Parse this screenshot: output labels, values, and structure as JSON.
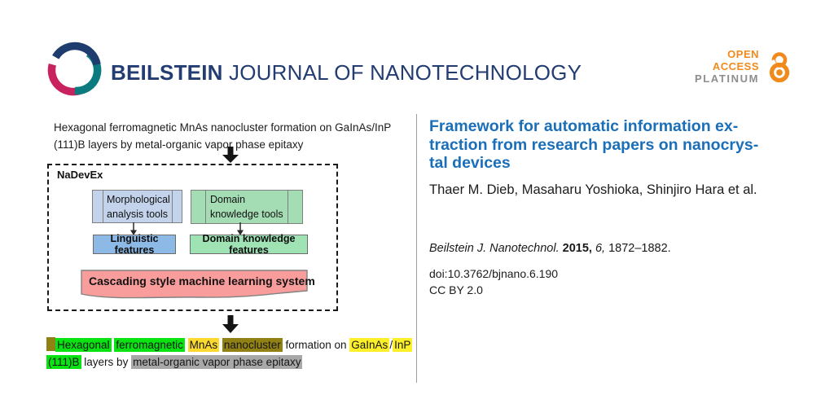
{
  "header": {
    "brand": {
      "bold": "BEILSTEIN",
      "rest": "JOURNAL OF NANOTECHNOLOGY"
    },
    "badge": {
      "open": "OPEN",
      "access": "ACCESS",
      "platinum": "PLATINUM"
    }
  },
  "figure": {
    "caption_lines": [
      "Hexagonal ferromagnetic MnAs nanocluster formation on GaInAs/InP",
      "(111)B layers by metal-organic vapor phase epitaxy"
    ],
    "frame_label": "NaDevEx",
    "tools_left_lines": [
      "Morphological",
      "analysis tools"
    ],
    "tools_right_lines": [
      "Domain",
      "knowledge tools"
    ],
    "features_left": "Linguistic features",
    "features_right": "Domain knowledge features",
    "ml_box": "Cascading style machine learning system",
    "highlight_colors": {
      "green": "#0ae312",
      "yellow": "#fbd92f",
      "yellow_bright": "#fdf02a",
      "olive": "#918013",
      "gray": "#a8a8a8"
    },
    "annotated": {
      "lines": [
        [
          {
            "t": "",
            "h": "olive",
            "block": true,
            "sp": false
          },
          {
            "t": "Hexagonal",
            "h": "green"
          },
          {
            "t": "ferromagnetic",
            "h": "green"
          },
          {
            "t": "MnAs",
            "h": "yellow"
          },
          {
            "t": "nanocluster",
            "h": "olive"
          },
          {
            "t": "formation on"
          },
          {
            "t": "GaInAs",
            "h": "yellow_bright",
            "sp": false
          },
          {
            "t": "/",
            "sp": false
          },
          {
            "t": "InP",
            "h": "yellow_bright"
          }
        ],
        [
          {
            "t": "(111)B",
            "h": "green"
          },
          {
            "t": "layers by"
          },
          {
            "t": "metal-organic vapor phase epitaxy",
            "h": "gray"
          }
        ]
      ]
    }
  },
  "article": {
    "title_lines": [
      "Framework for automatic information ex-",
      "traction from research papers on nanocrys-",
      "tal devices"
    ],
    "authors": "Thaer M. Dieb, Masaharu Yoshioka, Shinjiro Hara et al.",
    "citation": {
      "journal": "Beilstein J. Nanotechnol.",
      "year": "2015,",
      "volume": "6,",
      "pages": "1872–1882."
    },
    "doi": "doi:10.3762/bjnano.6.190",
    "license": "CC BY 2.0"
  },
  "colors": {
    "title_blue": "#1a6fb8",
    "brand_navy": "#233d72",
    "oa_orange": "#f08a1d",
    "oa_platinum_gray": "#8d8d8d",
    "logo_navy": "#1e3d6e",
    "logo_teal": "#0c7b80",
    "logo_crimson": "#c9235f",
    "box_light_blue": "#c3d3ec",
    "box_blue": "#8db9e6",
    "box_light_green": "#a4dcb4",
    "box_green": "#9fe2b4",
    "box_pink": "#f89c9c"
  }
}
